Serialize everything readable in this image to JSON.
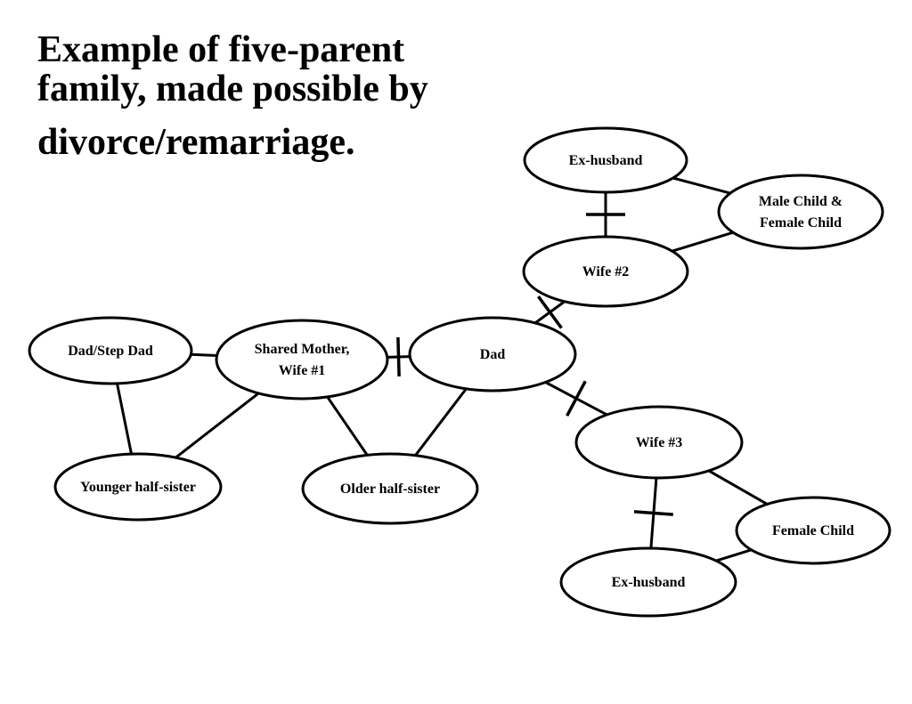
{
  "title": {
    "line1": "Example of five-parent",
    "line2": "family, made possible by",
    "line3": "divorce/remarriage."
  },
  "nodes": [
    {
      "id": "ex-husband-top",
      "lines": [
        "Ex-husband"
      ]
    },
    {
      "id": "children",
      "lines": [
        "Male Child &",
        "Female Child"
      ]
    },
    {
      "id": "wife2",
      "lines": [
        "Wife #2"
      ]
    },
    {
      "id": "dad-step-dad",
      "lines": [
        "Dad/Step Dad"
      ]
    },
    {
      "id": "shared-mother",
      "lines": [
        "Shared Mother,",
        "Wife #1"
      ]
    },
    {
      "id": "dad",
      "lines": [
        "Dad"
      ]
    },
    {
      "id": "wife3",
      "lines": [
        "Wife #3"
      ]
    },
    {
      "id": "younger-half-sister",
      "lines": [
        "Younger half-sister"
      ]
    },
    {
      "id": "older-half-sister",
      "lines": [
        "Older half-sister"
      ]
    },
    {
      "id": "female-child",
      "lines": [
        "Female Child"
      ]
    },
    {
      "id": "ex-husband-bottom",
      "lines": [
        "Ex-husband"
      ]
    }
  ],
  "edges": [
    {
      "from": "ex-husband-top",
      "to": "wife2",
      "divorced": true
    },
    {
      "from": "ex-husband-top",
      "to": "children",
      "divorced": false
    },
    {
      "from": "wife2",
      "to": "children",
      "divorced": false
    },
    {
      "from": "dad",
      "to": "wife2",
      "divorced": true
    },
    {
      "from": "dad-step-dad",
      "to": "shared-mother",
      "divorced": false
    },
    {
      "from": "shared-mother",
      "to": "dad",
      "divorced": true
    },
    {
      "from": "dad",
      "to": "wife3",
      "divorced": true
    },
    {
      "from": "dad-step-dad",
      "to": "younger-half-sister",
      "divorced": false
    },
    {
      "from": "shared-mother",
      "to": "younger-half-sister",
      "divorced": false
    },
    {
      "from": "shared-mother",
      "to": "older-half-sister",
      "divorced": false
    },
    {
      "from": "dad",
      "to": "older-half-sister",
      "divorced": false
    },
    {
      "from": "wife3",
      "to": "ex-husband-bottom",
      "divorced": true
    },
    {
      "from": "wife3",
      "to": "female-child",
      "divorced": false
    },
    {
      "from": "ex-husband-bottom",
      "to": "female-child",
      "divorced": false
    }
  ],
  "colors": {
    "stroke": "#000000",
    "fill": "#ffffff",
    "text": "#000000"
  }
}
